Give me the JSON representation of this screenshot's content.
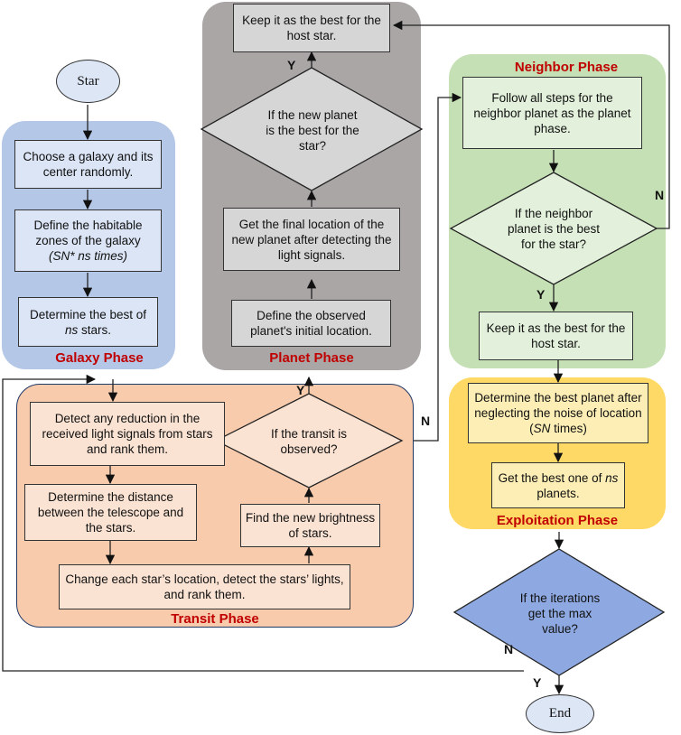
{
  "start": "Star",
  "end": "End",
  "phases": {
    "galaxy": "Galaxy Phase",
    "planet": "Planet Phase",
    "neighbor": "Neighbor Phase",
    "transit": "Transit Phase",
    "exploitation": "Exploitation Phase"
  },
  "galaxy": {
    "step1": "Choose a galaxy and its center randomly.",
    "step2": "Define the habitable zones of the galaxy",
    "step2_times": "(SN* ns times)",
    "step3_pre": "Determine the best of ",
    "step3_em": "ns",
    "step3_post": " stars."
  },
  "planet": {
    "keep": "Keep it as the best for the host star.",
    "decision": "If the new planet is the best for the star?",
    "final": "Get the final location of the new planet after detecting the light signals.",
    "define": "Define the observed planet's initial location."
  },
  "neighbor": {
    "follow": "Follow all steps for the neighbor planet as the planet phase.",
    "decision": "If the neighbor planet is the best for the star?",
    "keep": "Keep it as the best for the host star."
  },
  "transit": {
    "detect": "Detect any reduction in the received light signals from stars and rank them.",
    "distance": "Determine the distance between the telescope and the stars.",
    "change": "Change each star’s location, detect the stars’ lights, and rank them.",
    "brightness": "Find the new brightness of stars.",
    "decision": "If the transit is observed?"
  },
  "exploitation": {
    "best_pre": "Determine the best planet after neglecting the noise of location (",
    "best_em": "SN",
    "best_post": " times)",
    "bestone_pre": "Get the best one of ",
    "bestone_em": "ns",
    "bestone_post": " planets."
  },
  "final_decision": "If the iterations get the max value?",
  "edge_labels": {
    "yes": "Y",
    "no": "N"
  }
}
